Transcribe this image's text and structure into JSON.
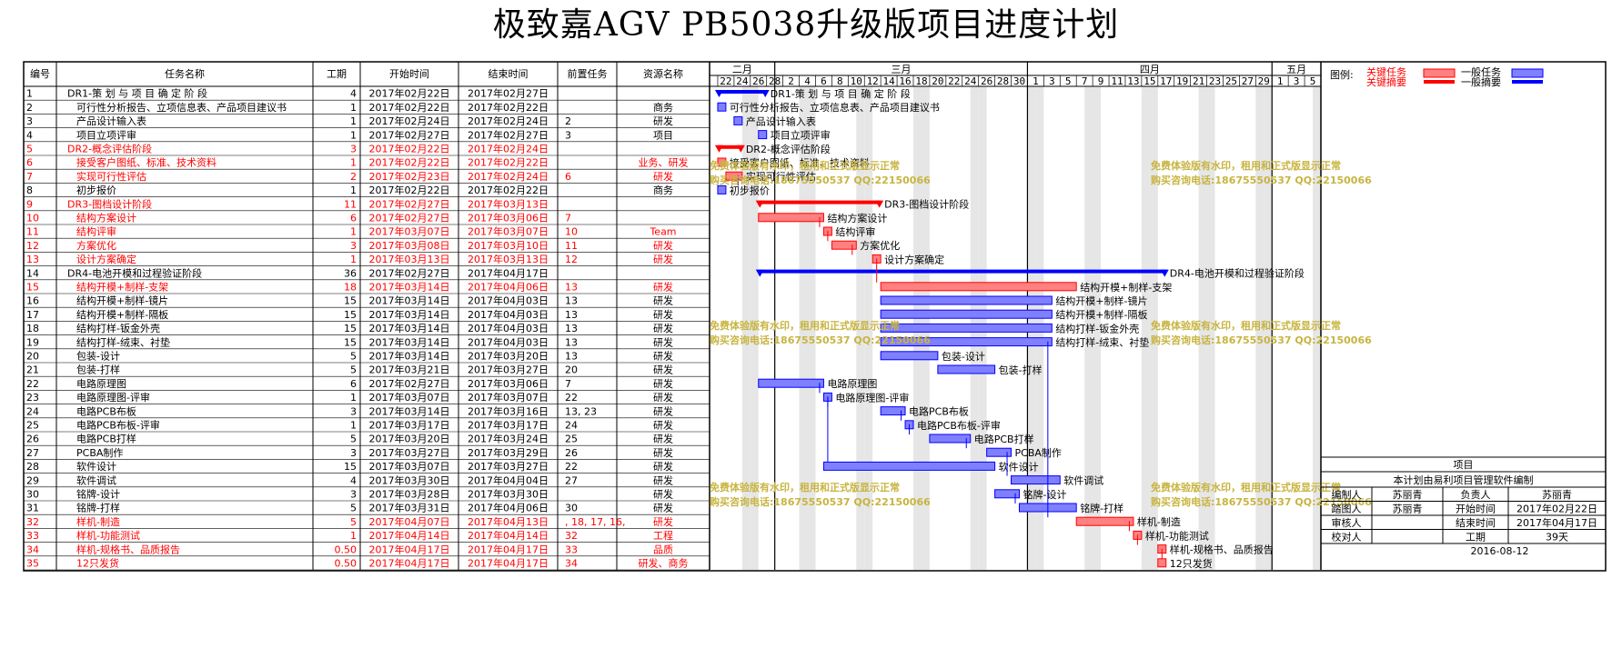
{
  "title": "极致嘉AGV PB5038升级版项目进度计划",
  "columns": [
    "编号",
    "任务名称",
    "工期",
    "开始时间",
    "结束时间",
    "前置任务",
    "资源名称"
  ],
  "months": [
    "二月",
    "三月",
    "四月",
    "五月"
  ],
  "day_ticks": [
    "22",
    "24",
    "26",
    "28",
    "2",
    "4",
    "6",
    "8",
    "10",
    "12",
    "14",
    "16",
    "18",
    "20",
    "22",
    "24",
    "26",
    "28",
    "30",
    "1",
    "3",
    "5",
    "7",
    "9",
    "11",
    "13",
    "15",
    "17",
    "19",
    "21",
    "23",
    "25",
    "27",
    "29",
    "1",
    "3",
    "5"
  ],
  "legend": {
    "label": "图例:",
    "critical_task": "关键任务",
    "critical_summary": "关键摘要",
    "normal_task": "一般任务",
    "normal_summary": "一般摘要"
  },
  "watermark": {
    "line1": "免费体验版有水印，租用和正式版显示正常",
    "line2": "购买咨询电话:18675550537 QQ:22150066"
  },
  "colors": {
    "critical": "#ff0000",
    "normal": "#0000ff",
    "watermark": "#c8b440",
    "weekend": "#e6e6e6"
  },
  "chart_data": {
    "type": "gantt",
    "x_axis": {
      "start": "2017-02-21",
      "end": "2017-05-06",
      "unit": "day"
    },
    "tasks": [
      {
        "id": "1",
        "name": "DR1-策 划 与 项 目 确 定 阶 段",
        "duration": "4",
        "start": "2017年02月22日",
        "end": "2017年02月27日",
        "pred": "",
        "res": "",
        "critical": false,
        "summary": true,
        "s": "2017-02-22",
        "e": "2017-02-27",
        "label": "DR1-策 划 与 项 目 确 定 阶 段"
      },
      {
        "id": "2",
        "name": "可行性分析报告、立项信息表、产品项目建议书",
        "duration": "1",
        "start": "2017年02月22日",
        "end": "2017年02月22日",
        "pred": "",
        "res": "商务",
        "critical": false,
        "summary": false,
        "s": "2017-02-22",
        "e": "2017-02-22",
        "label": "可行性分析报告、立项信息表、产品项目建议书"
      },
      {
        "id": "3",
        "name": "产品设计输入表",
        "duration": "1",
        "start": "2017年02月24日",
        "end": "2017年02月24日",
        "pred": "2",
        "res": "研发",
        "critical": false,
        "summary": false,
        "s": "2017-02-24",
        "e": "2017-02-24",
        "label": "产品设计输入表"
      },
      {
        "id": "4",
        "name": "项目立项评审",
        "duration": "1",
        "start": "2017年02月27日",
        "end": "2017年02月27日",
        "pred": "3",
        "res": "项目",
        "critical": false,
        "summary": false,
        "s": "2017-02-27",
        "e": "2017-02-27",
        "label": "项目立项评审"
      },
      {
        "id": "5",
        "name": "DR2-概念评估阶段",
        "duration": "3",
        "start": "2017年02月22日",
        "end": "2017年02月24日",
        "pred": "",
        "res": "",
        "critical": true,
        "summary": true,
        "s": "2017-02-22",
        "e": "2017-02-24",
        "label": "DR2-概念评估阶段"
      },
      {
        "id": "6",
        "name": "接受客户图纸、标准、技术资料",
        "duration": "1",
        "start": "2017年02月22日",
        "end": "2017年02月22日",
        "pred": "",
        "res": "业务、研发",
        "critical": true,
        "summary": false,
        "s": "2017-02-22",
        "e": "2017-02-22",
        "label": "接受客户图纸、标准、技术资料"
      },
      {
        "id": "7",
        "name": "实现可行性评估",
        "duration": "2",
        "start": "2017年02月23日",
        "end": "2017年02月24日",
        "pred": "6",
        "res": "研发",
        "critical": true,
        "summary": false,
        "s": "2017-02-23",
        "e": "2017-02-24",
        "label": "实现可行性评估"
      },
      {
        "id": "8",
        "name": "初步报价",
        "duration": "1",
        "start": "2017年02月22日",
        "end": "2017年02月22日",
        "pred": "",
        "res": "商务",
        "critical": false,
        "summary": false,
        "s": "2017-02-22",
        "e": "2017-02-22",
        "label": "初步报价"
      },
      {
        "id": "9",
        "name": "DR3-图档设计阶段",
        "duration": "11",
        "start": "2017年02月27日",
        "end": "2017年03月13日",
        "pred": "",
        "res": "",
        "critical": true,
        "summary": true,
        "s": "2017-02-27",
        "e": "2017-03-13",
        "label": "DR3-图档设计阶段"
      },
      {
        "id": "10",
        "name": "结构方案设计",
        "duration": "6",
        "start": "2017年02月27日",
        "end": "2017年03月06日",
        "pred": "7",
        "res": "",
        "critical": true,
        "summary": false,
        "s": "2017-02-27",
        "e": "2017-03-06",
        "label": "结构方案设计"
      },
      {
        "id": "11",
        "name": "结构评审",
        "duration": "1",
        "start": "2017年03月07日",
        "end": "2017年03月07日",
        "pred": "10",
        "res": "Team",
        "critical": true,
        "summary": false,
        "s": "2017-03-07",
        "e": "2017-03-07",
        "label": "结构评审"
      },
      {
        "id": "12",
        "name": "方案优化",
        "duration": "3",
        "start": "2017年03月08日",
        "end": "2017年03月10日",
        "pred": "11",
        "res": "研发",
        "critical": true,
        "summary": false,
        "s": "2017-03-08",
        "e": "2017-03-10",
        "label": "方案优化"
      },
      {
        "id": "13",
        "name": "设计方案确定",
        "duration": "1",
        "start": "2017年03月13日",
        "end": "2017年03月13日",
        "pred": "12",
        "res": "研发",
        "critical": true,
        "summary": false,
        "s": "2017-03-13",
        "e": "2017-03-13",
        "label": "设计方案确定"
      },
      {
        "id": "14",
        "name": "DR4-电池开模和过程验证阶段",
        "duration": "36",
        "start": "2017年02月27日",
        "end": "2017年04月17日",
        "pred": "",
        "res": "",
        "critical": false,
        "summary": true,
        "s": "2017-02-27",
        "e": "2017-04-17",
        "label": "DR4-电池开模和过程验证阶段"
      },
      {
        "id": "15",
        "name": "结构开模+制样-支架",
        "duration": "18",
        "start": "2017年03月14日",
        "end": "2017年04月06日",
        "pred": "13",
        "res": "研发",
        "critical": true,
        "summary": false,
        "s": "2017-03-14",
        "e": "2017-04-06",
        "label": "结构开模+制样-支架"
      },
      {
        "id": "16",
        "name": "结构开模+制样-镜片",
        "duration": "15",
        "start": "2017年03月14日",
        "end": "2017年04月03日",
        "pred": "13",
        "res": "研发",
        "critical": false,
        "summary": false,
        "s": "2017-03-14",
        "e": "2017-04-03",
        "label": "结构开模+制样-镜片"
      },
      {
        "id": "17",
        "name": "结构开模+制样-隔板",
        "duration": "15",
        "start": "2017年03月14日",
        "end": "2017年04月03日",
        "pred": "13",
        "res": "研发",
        "critical": false,
        "summary": false,
        "s": "2017-03-14",
        "e": "2017-04-03",
        "label": "结构开模+制样-隔板"
      },
      {
        "id": "18",
        "name": "结构打样-钣金外壳",
        "duration": "15",
        "start": "2017年03月14日",
        "end": "2017年04月03日",
        "pred": "13",
        "res": "研发",
        "critical": false,
        "summary": false,
        "s": "2017-03-14",
        "e": "2017-04-03",
        "label": "结构打样-钣金外壳"
      },
      {
        "id": "19",
        "name": "结构打样-绒束、衬垫",
        "duration": "15",
        "start": "2017年03月14日",
        "end": "2017年04月03日",
        "pred": "13",
        "res": "研发",
        "critical": false,
        "summary": false,
        "s": "2017-03-14",
        "e": "2017-04-03",
        "label": "结构打样-绒束、衬垫"
      },
      {
        "id": "20",
        "name": "包装-设计",
        "duration": "5",
        "start": "2017年03月14日",
        "end": "2017年03月20日",
        "pred": "13",
        "res": "研发",
        "critical": false,
        "summary": false,
        "s": "2017-03-14",
        "e": "2017-03-20",
        "label": "包装-设计"
      },
      {
        "id": "21",
        "name": "包装-打样",
        "duration": "5",
        "start": "2017年03月21日",
        "end": "2017年03月27日",
        "pred": "20",
        "res": "研发",
        "critical": false,
        "summary": false,
        "s": "2017-03-21",
        "e": "2017-03-27",
        "label": "包装-打样"
      },
      {
        "id": "22",
        "name": "电路原理图",
        "duration": "6",
        "start": "2017年02月27日",
        "end": "2017年03月06日",
        "pred": "7",
        "res": "研发",
        "critical": false,
        "summary": false,
        "s": "2017-02-27",
        "e": "2017-03-06",
        "label": "电路原理图"
      },
      {
        "id": "23",
        "name": "电路原理图-评审",
        "duration": "1",
        "start": "2017年03月07日",
        "end": "2017年03月07日",
        "pred": "22",
        "res": "研发",
        "critical": false,
        "summary": false,
        "s": "2017-03-07",
        "e": "2017-03-07",
        "label": "电路原理图-评审"
      },
      {
        "id": "24",
        "name": "电路PCB布板",
        "duration": "3",
        "start": "2017年03月14日",
        "end": "2017年03月16日",
        "pred": "13, 23",
        "res": "研发",
        "critical": false,
        "summary": false,
        "s": "2017-03-14",
        "e": "2017-03-16",
        "label": "电路PCB布板"
      },
      {
        "id": "25",
        "name": "电路PCB布板-评审",
        "duration": "1",
        "start": "2017年03月17日",
        "end": "2017年03月17日",
        "pred": "24",
        "res": "研发",
        "critical": false,
        "summary": false,
        "s": "2017-03-17",
        "e": "2017-03-17",
        "label": "电路PCB布板-评审"
      },
      {
        "id": "26",
        "name": "电路PCB打样",
        "duration": "5",
        "start": "2017年03月20日",
        "end": "2017年03月24日",
        "pred": "25",
        "res": "研发",
        "critical": false,
        "summary": false,
        "s": "2017-03-20",
        "e": "2017-03-24",
        "label": "电路PCB打样"
      },
      {
        "id": "27",
        "name": "PCBA制作",
        "duration": "3",
        "start": "2017年03月27日",
        "end": "2017年03月29日",
        "pred": "26",
        "res": "研发",
        "critical": false,
        "summary": false,
        "s": "2017-03-27",
        "e": "2017-03-29",
        "label": "PCBA制作"
      },
      {
        "id": "28",
        "name": "软件设计",
        "duration": "15",
        "start": "2017年03月07日",
        "end": "2017年03月27日",
        "pred": "22",
        "res": "研发",
        "critical": false,
        "summary": false,
        "s": "2017-03-07",
        "e": "2017-03-27",
        "label": "软件设计"
      },
      {
        "id": "29",
        "name": "软件调试",
        "duration": "4",
        "start": "2017年03月30日",
        "end": "2017年04月04日",
        "pred": "27",
        "res": "研发",
        "critical": false,
        "summary": false,
        "s": "2017-03-30",
        "e": "2017-04-04",
        "label": "软件调试"
      },
      {
        "id": "30",
        "name": "铭牌-设计",
        "duration": "3",
        "start": "2017年03月28日",
        "end": "2017年03月30日",
        "pred": "",
        "res": "研发",
        "critical": false,
        "summary": false,
        "s": "2017-03-28",
        "e": "2017-03-30",
        "label": "铭牌-设计"
      },
      {
        "id": "31",
        "name": "铭牌-打样",
        "duration": "5",
        "start": "2017年03月31日",
        "end": "2017年04月06日",
        "pred": "30",
        "res": "研发",
        "critical": false,
        "summary": false,
        "s": "2017-03-31",
        "e": "2017-04-06",
        "label": "铭牌-打样"
      },
      {
        "id": "32",
        "name": "样机-制造",
        "duration": "5",
        "start": "2017年04月07日",
        "end": "2017年04月13日",
        "pred": ", 18, 17, 16,",
        "res": "研发",
        "critical": true,
        "summary": false,
        "s": "2017-04-07",
        "e": "2017-04-13",
        "label": "样机-制造"
      },
      {
        "id": "33",
        "name": "样机-功能测试",
        "duration": "1",
        "start": "2017年04月14日",
        "end": "2017年04月14日",
        "pred": "32",
        "res": "工程",
        "critical": true,
        "summary": false,
        "s": "2017-04-14",
        "e": "2017-04-14",
        "label": "样机-功能测试"
      },
      {
        "id": "34",
        "name": "样机-规格书、品质报告",
        "duration": "0.50",
        "start": "2017年04月17日",
        "end": "2017年04月17日",
        "pred": "33",
        "res": "品质",
        "critical": true,
        "summary": false,
        "s": "2017-04-17",
        "e": "2017-04-17",
        "label": "样机-规格书、品质报告"
      },
      {
        "id": "35",
        "name": "12只发货",
        "duration": "0.50",
        "start": "2017年04月17日",
        "end": "2017年04月17日",
        "pred": "34",
        "res": "研发、商务",
        "critical": true,
        "summary": false,
        "s": "2017-04-17",
        "e": "2017-04-17",
        "label": "12只发货"
      }
    ]
  },
  "info": {
    "header": "项目",
    "subtitle": "本计划由易利项目管理软件编制",
    "rows": [
      [
        "编制人",
        "苏丽青",
        "负责人",
        "苏丽青"
      ],
      [
        "踏图人",
        "苏丽青",
        "开始时间",
        "2017年02月22日"
      ],
      [
        "审核人",
        "",
        "结束时间",
        "2017年04月17日"
      ],
      [
        "校对人",
        "",
        "工期",
        "39天"
      ]
    ],
    "date": "2016-08-12"
  }
}
